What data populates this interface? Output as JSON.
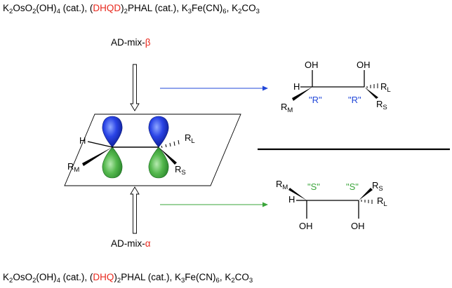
{
  "top_reagents": {
    "osmium": "K",
    "osmium_full_a": "OsO",
    "osmium_full_b": "(OH)",
    "cat1": " (cat.), (",
    "ligand": "DHQD",
    "ligand_rest": ")",
    "ligand_tail": "PHAL (cat.), K",
    "fe": "Fe(CN)",
    "carbonate": ", K",
    "co3": "CO"
  },
  "bottom_reagents": {
    "ligand": "DHQ"
  },
  "labels": {
    "admix_beta_prefix": "AD-mix-",
    "admix_beta_symbol": "β",
    "admix_alpha_prefix": "AD-mix-",
    "admix_alpha_symbol": "α"
  },
  "alkene": {
    "h": "H",
    "rl": "R",
    "rl_sub": "L",
    "rm": "R",
    "rm_sub": "M",
    "rs": "R",
    "rs_sub": "S"
  },
  "product_R": {
    "oh1": "OH",
    "oh2": "OH",
    "h": "H",
    "rl": "R",
    "rl_sub": "L",
    "rm": "R",
    "rm_sub": "M",
    "rs": "R",
    "rs_sub": "S",
    "config1": "\"R\"",
    "config2": "\"R\""
  },
  "product_S": {
    "oh1": "OH",
    "oh2": "OH",
    "h": "H",
    "rl": "R",
    "rl_sub": "L",
    "rm": "R",
    "rm_sub": "M",
    "rs": "R",
    "rs_sub": "S",
    "config1": "\"S\"",
    "config2": "\"S\""
  },
  "colors": {
    "red": "#e8281d",
    "blue": "#2147d8",
    "green": "#3aa53a"
  }
}
